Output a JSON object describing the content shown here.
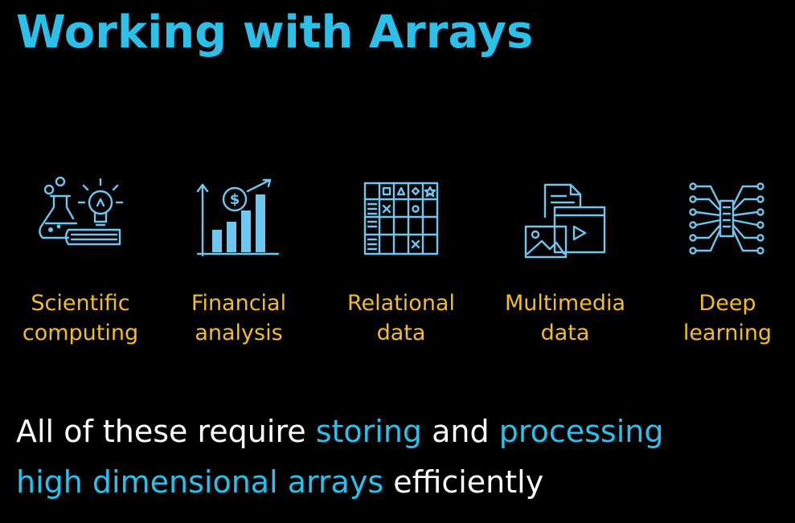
{
  "title": "Working with Arrays",
  "colors": {
    "background": "#000000",
    "title": "#2ac0ea",
    "label": "#f2bd2a",
    "icon": "#6fc6ee",
    "highlight": "#2ac0ea",
    "text": "#ffffff"
  },
  "topics": [
    {
      "icon": "science-flask-bulb-icon",
      "line1": "Scientific",
      "line2": "computing"
    },
    {
      "icon": "finance-chart-icon",
      "line1": "Financial",
      "line2": "analysis"
    },
    {
      "icon": "relational-table-icon",
      "line1": "Relational",
      "line2": "data"
    },
    {
      "icon": "multimedia-files-icon",
      "line1": "Multimedia",
      "line2": "data"
    },
    {
      "icon": "neural-network-icon",
      "line1": "Deep",
      "line2": "learning"
    }
  ],
  "summary": {
    "part1": "All of these require ",
    "hl1": "storing",
    "part2": " and ",
    "hl2": "processing",
    "hl3": "high dimensional arrays",
    "part3": " efficiently"
  }
}
